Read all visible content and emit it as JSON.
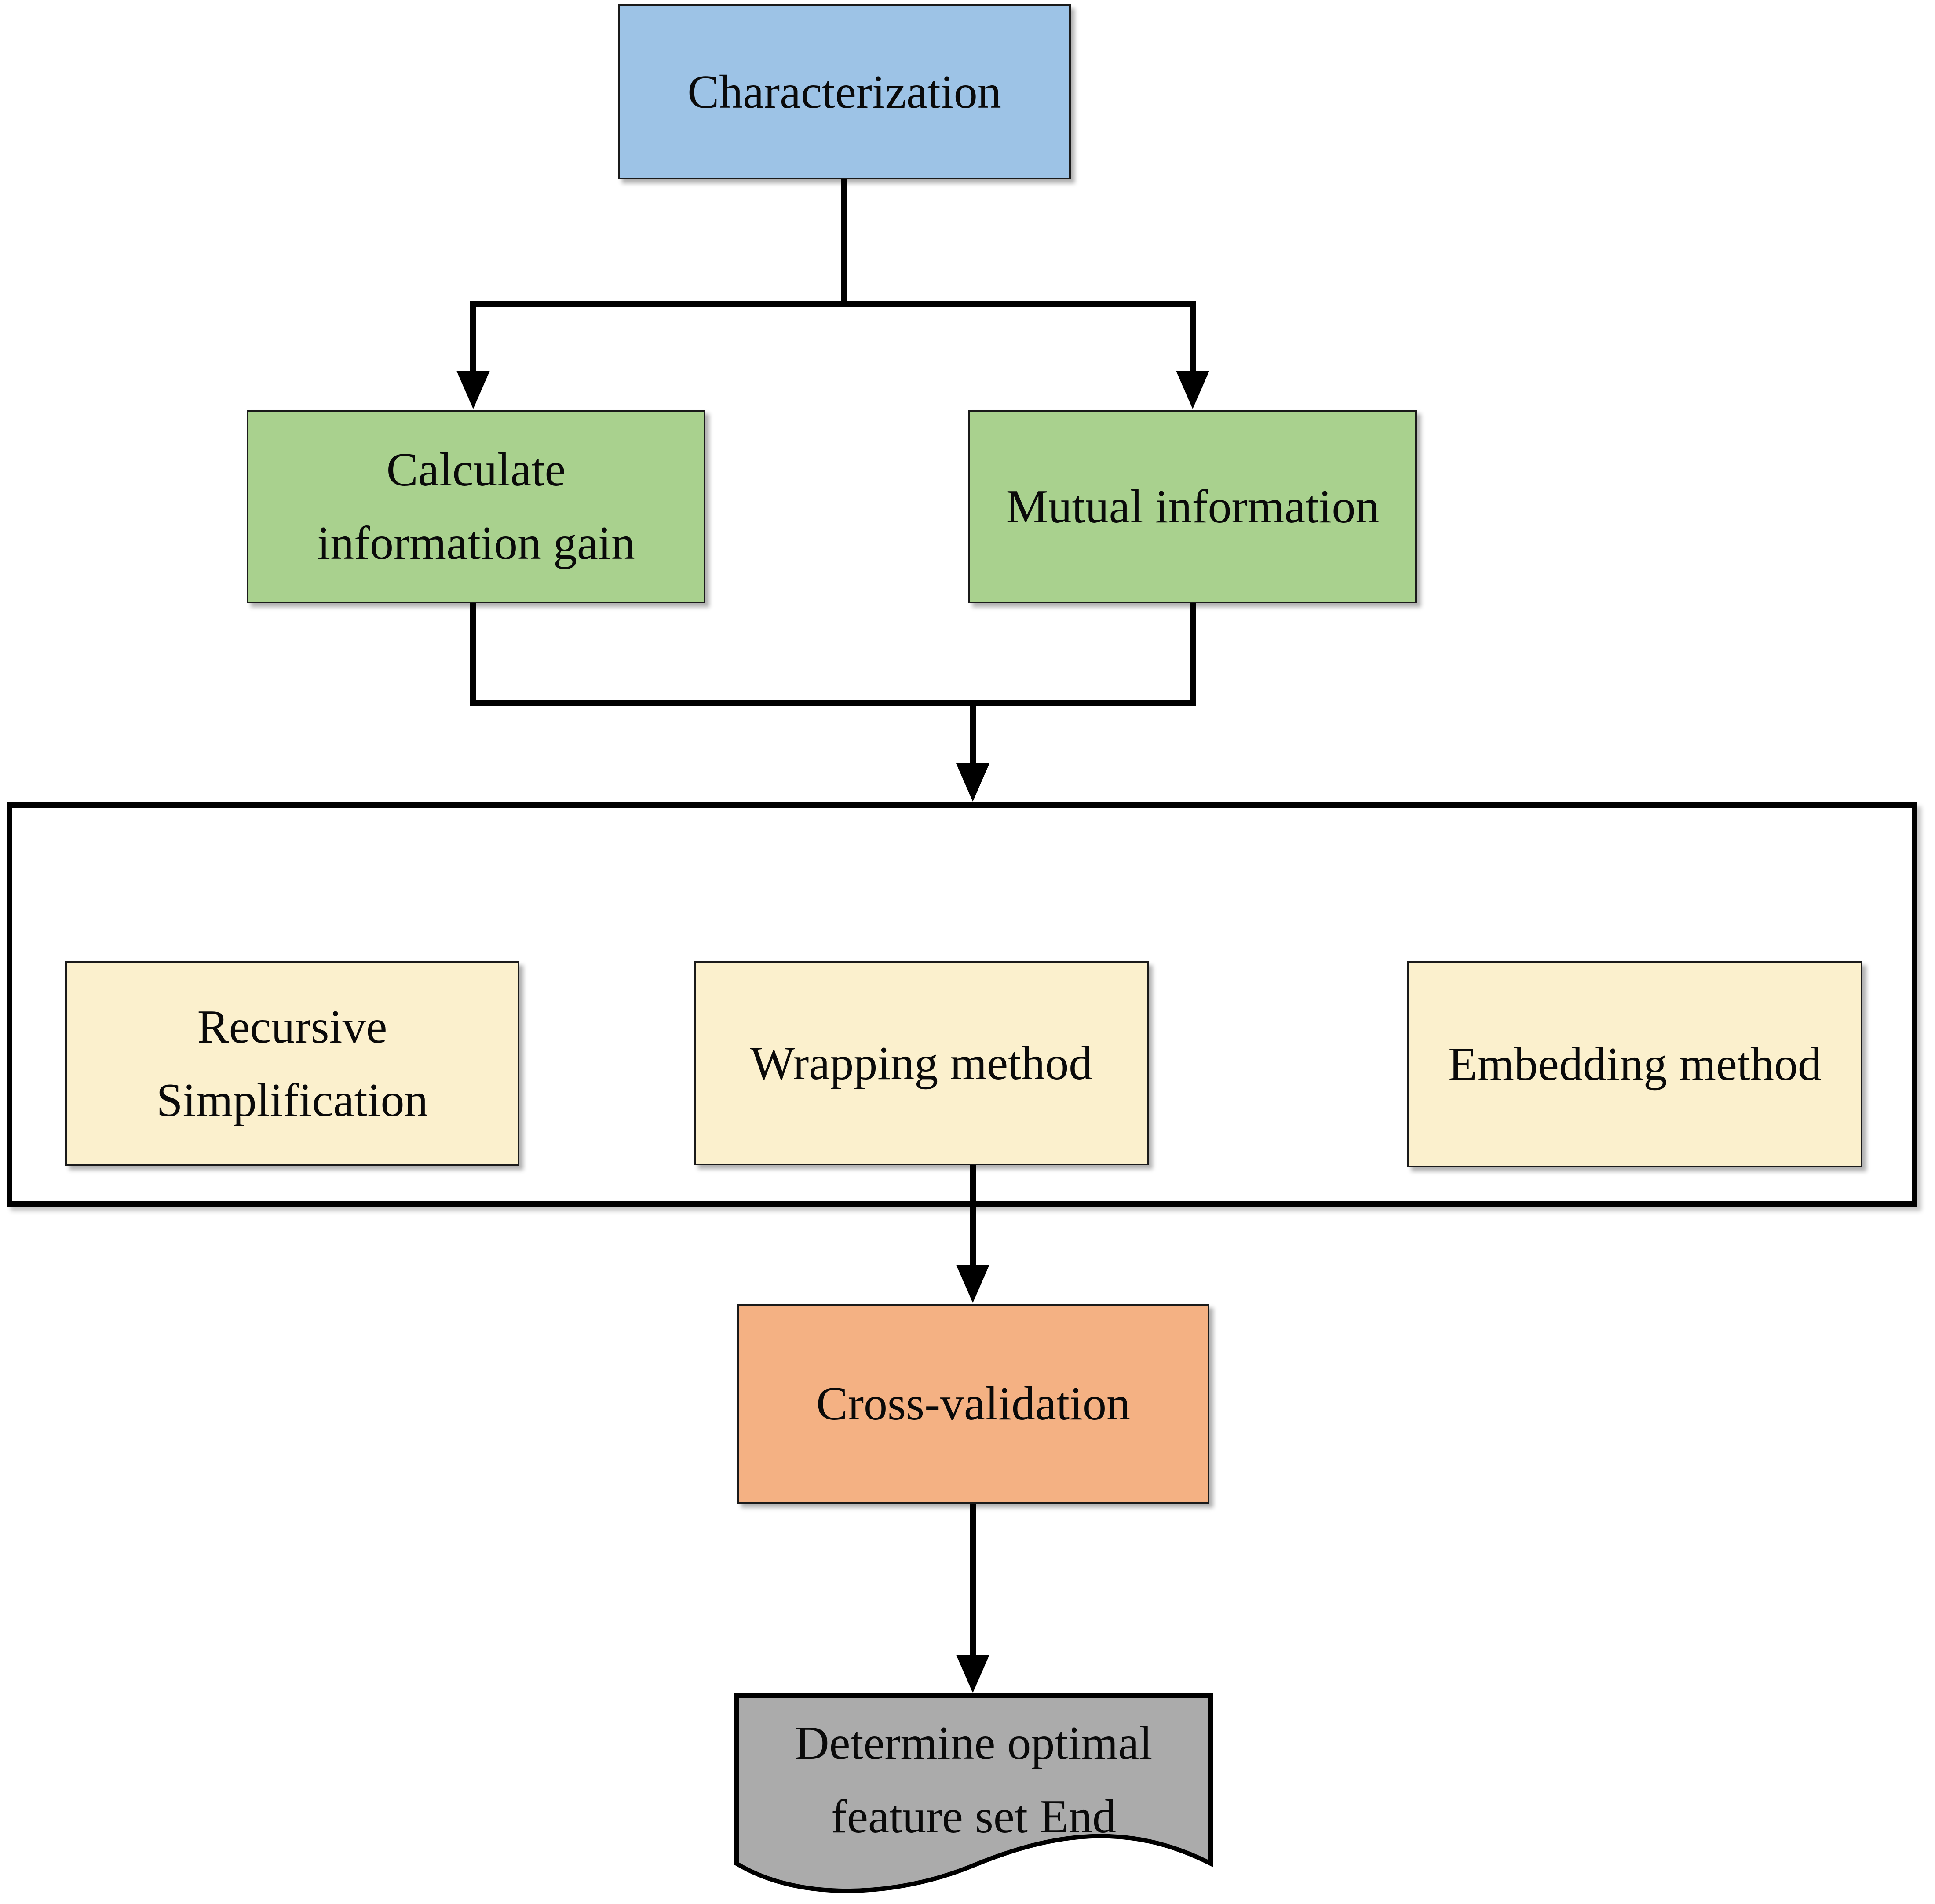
{
  "colors": {
    "characterization_fill": "#9DC3E6",
    "filter_fill": "#A9D18E",
    "method_fill": "#FBF0CD",
    "validation_fill": "#F4B183",
    "end_fill": "#ABABAB",
    "container_fill": "#FFFFFF",
    "line": "#000000",
    "box_border": "#1A1A1A",
    "text": "#0A0A0A"
  },
  "nodes": {
    "characterization": {
      "label": "Characterization"
    },
    "calculate_information_gain": {
      "line1": "Calculate",
      "line2": "information gain"
    },
    "mutual_information": {
      "label": "Mutual information"
    },
    "recursive_simplification": {
      "line1": "Recursive",
      "line2": "Simplification"
    },
    "wrapping_method": {
      "label": "Wrapping method"
    },
    "embedding_method": {
      "label": "Embedding method"
    },
    "cross_validation": {
      "label": "Cross-validation"
    },
    "end_document": {
      "line1": "Determine optimal",
      "line2": "feature set End"
    }
  }
}
